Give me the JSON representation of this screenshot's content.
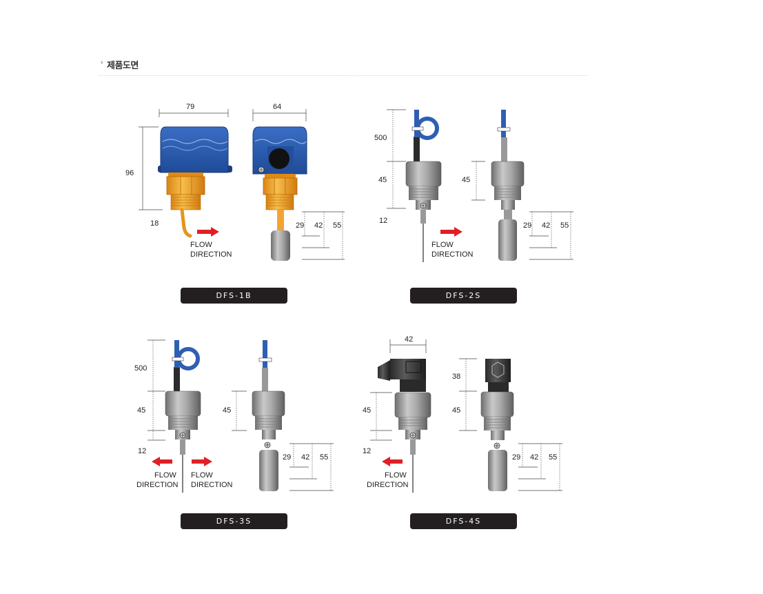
{
  "section": {
    "chevron": "›",
    "title": "제품도면"
  },
  "colors": {
    "housing_blue": "#2f5fb3",
    "brass": "#f3a52a",
    "steel": "#9a9a9a",
    "arrow_red": "#e01f26",
    "label_bg": "#231f20"
  },
  "models": {
    "dfs_1b": {
      "label": "DFS-1B",
      "dims": {
        "width": "79",
        "depth": "64",
        "height": "96",
        "thread": "18",
        "paddle_a": "29",
        "paddle_b": "42",
        "paddle_c": "55"
      },
      "flow_line1": "FLOW",
      "flow_line2": "DIRECTION"
    },
    "dfs_2s": {
      "label": "DFS-2S",
      "dims": {
        "cable": "500",
        "body_front": "45",
        "body_side": "45",
        "thread": "12",
        "paddle_a": "29",
        "paddle_b": "42",
        "paddle_c": "55"
      },
      "flow_line1": "FLOW",
      "flow_line2": "DIRECTION"
    },
    "dfs_3s": {
      "label": "DFS-3S",
      "dims": {
        "cable": "500",
        "body_front": "45",
        "body_side": "45",
        "thread": "12",
        "paddle_a": "29",
        "paddle_b": "42",
        "paddle_c": "55"
      },
      "flow_left_line1": "FLOW",
      "flow_left_line2": "DIRECTION",
      "flow_right_line1": "FLOW",
      "flow_right_line2": "DIRECTION"
    },
    "dfs_4s": {
      "label": "DFS-4S",
      "dims": {
        "connector_width": "42",
        "connector_height": "38",
        "body_front": "45",
        "body_side": "45",
        "thread": "12",
        "paddle_a": "29",
        "paddle_b": "42",
        "paddle_c": "55"
      },
      "flow_line1": "FLOW",
      "flow_line2": "DIRECTION"
    }
  }
}
